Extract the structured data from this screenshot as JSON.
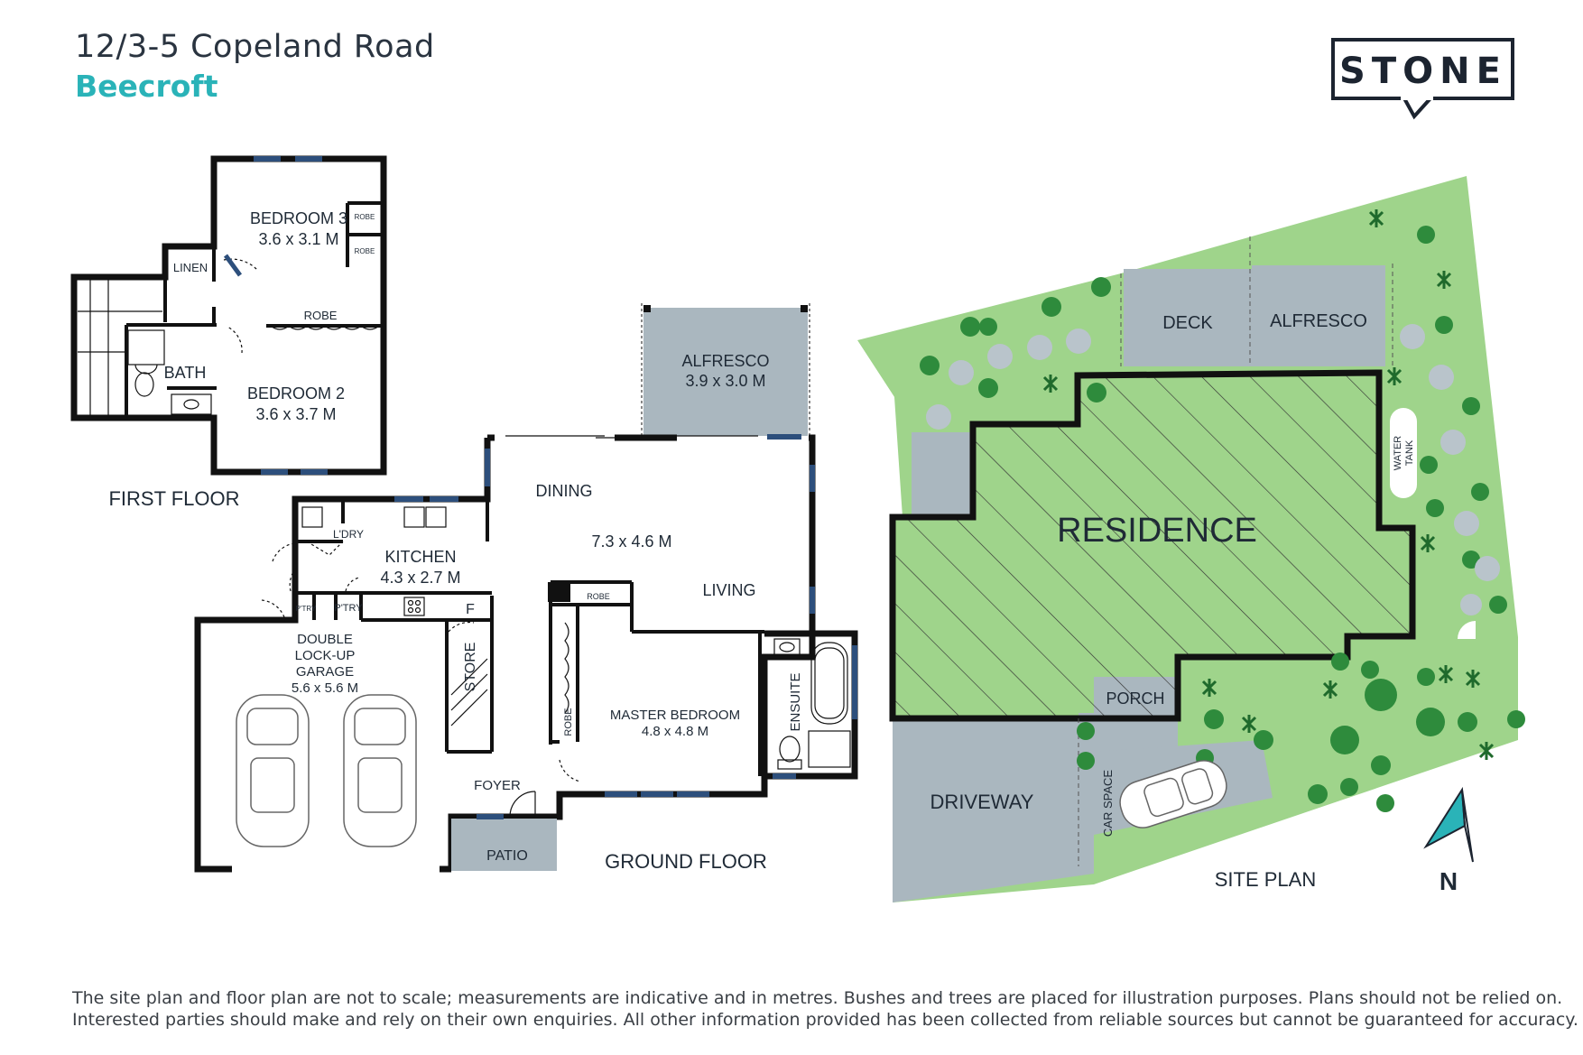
{
  "header": {
    "address": "12/3-5 Copeland Road",
    "suburb": "Beecroft"
  },
  "brand": {
    "logo_text": "STONE",
    "accent_color": "#2ab3b8",
    "wall_color": "#111111",
    "grey_fill": "#aab7bf",
    "green_fill": "#9fd48b"
  },
  "first_floor": {
    "caption": "FIRST FLOOR",
    "bedroom3": {
      "name": "BEDROOM 3",
      "size": "3.6 x 3.1 M"
    },
    "bedroom2": {
      "name": "BEDROOM 2",
      "size": "3.6 x 3.7 M"
    },
    "linen": "LINEN",
    "robe": "ROBE",
    "robe_small_1": "ROBE",
    "robe_small_2": "ROBE",
    "bath": "BATH"
  },
  "ground_floor": {
    "caption": "GROUND FLOOR",
    "alfresco": {
      "name": "ALFRESCO",
      "size": "3.9 x 3.0 M"
    },
    "dining": "DINING",
    "living_size": "7.3 x 4.6 M",
    "living": "LIVING",
    "kitchen": {
      "name": "KITCHEN",
      "size": "4.3 x 2.7 M"
    },
    "laundry": "L'DRY",
    "pantry_1": "P'TRY",
    "pantry_2": "P'TRY",
    "fridge": "F",
    "garage": {
      "line1": "DOUBLE",
      "line2": "LOCK-UP",
      "line3": "GARAGE",
      "size": "5.6 x 5.6 M"
    },
    "store": "STORE",
    "robe_top": "ROBE",
    "robe_side": "ROBE",
    "master": {
      "name": "MASTER BEDROOM",
      "size": "4.8 x 4.8 M"
    },
    "ensuite": "ENSUITE",
    "foyer": "FOYER",
    "patio": "PATIO"
  },
  "site_plan": {
    "caption": "SITE PLAN",
    "residence": "RESIDENCE",
    "deck": "DECK",
    "alfresco": "ALFRESCO",
    "water_tank_1": "WATER",
    "water_tank_2": "TANK",
    "porch": "PORCH",
    "driveway": "DRIVEWAY",
    "car_space": "CAR SPACE",
    "north": "N"
  },
  "disclaimer": {
    "line1": "The site plan and floor plan are not to scale; measurements are indicative and in metres. Bushes and trees are placed for illustration purposes. Plans should not be relied on.",
    "line2": "Interested parties should make and rely on their own enquiries. All other information provided has been collected from reliable sources but cannot be guaranteed for accuracy."
  }
}
